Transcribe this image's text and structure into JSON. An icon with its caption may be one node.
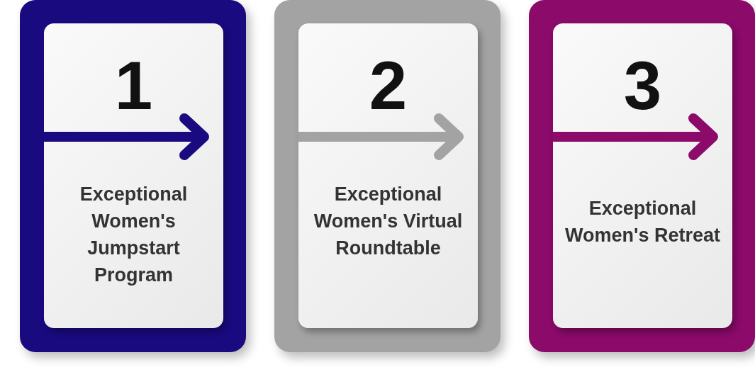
{
  "diagram": {
    "nodes": [
      {
        "text": [
          "1",
          "Exceptional Women's Jumpstart Program"
        ]
      },
      {
        "text": [
          "2",
          "Exceptional Women's Virtual Roundtable"
        ]
      },
      {
        "text": [
          "3",
          "Exceptional Women's Retreat"
        ]
      }
    ]
  }
}
